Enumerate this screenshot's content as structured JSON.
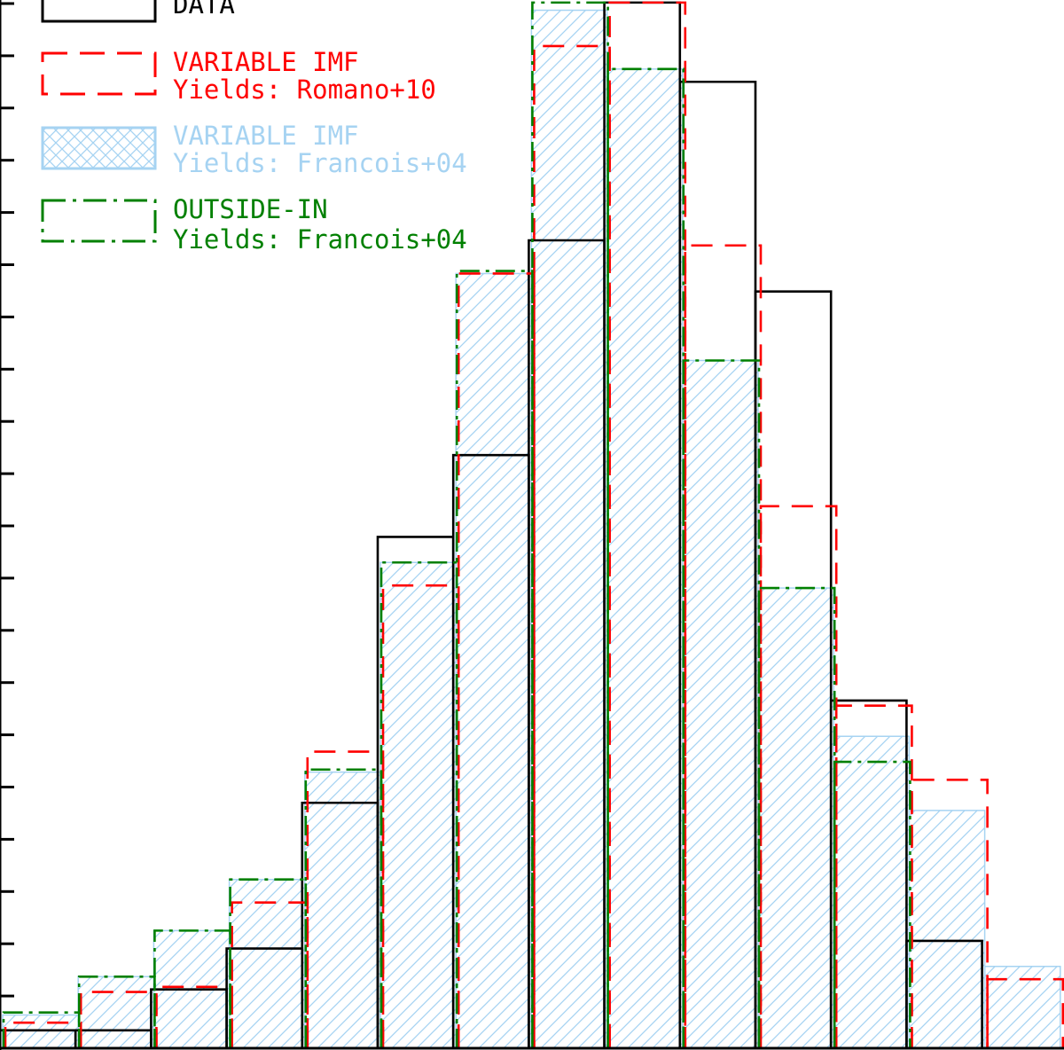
{
  "chart_data": {
    "type": "bar",
    "grid": false,
    "legend_position": "top-left",
    "bins": 14,
    "series": [
      {
        "key": "data",
        "name": "DATA",
        "color": "#000000",
        "style": "solid",
        "values": [
          0.7,
          0.7,
          2.3,
          3.9,
          9.6,
          20.0,
          23.2,
          31.6,
          40.9,
          37.8,
          29.6,
          13.6,
          4.2,
          0
        ]
      },
      {
        "key": "romano",
        "name": "VARIABLE IMF",
        "subname": "Yields: Romano+10",
        "color": "#ff0000",
        "style": "dashed",
        "values": [
          1.0,
          2.2,
          2.4,
          5.7,
          11.6,
          18.1,
          30.3,
          39.2,
          40.9,
          31.4,
          21.2,
          13.4,
          10.5,
          2.7
        ]
      },
      {
        "key": "francois",
        "name": "VARIABLE IMF",
        "subname": "Yields: Francois+04",
        "color": "#a6d3f2",
        "style": "hatched",
        "values": [
          1.3,
          2.8,
          4.6,
          6.6,
          10.8,
          19.0,
          30.3,
          40.6,
          38.3,
          26.9,
          18.0,
          12.2,
          9.3,
          3.2
        ]
      },
      {
        "key": "outside",
        "name": "OUTSIDE-IN",
        "subname": "Yields: Francois+04",
        "color": "#008000",
        "style": "dashdot",
        "values": [
          1.4,
          2.8,
          4.6,
          6.6,
          10.9,
          19.0,
          30.4,
          40.9,
          38.3,
          26.9,
          18.0,
          11.2,
          0,
          0
        ]
      }
    ],
    "ylim": [
      0,
      41
    ],
    "y_ticks": 20
  },
  "legend": {
    "data_label": "DATA",
    "romano_line1": "VARIABLE IMF",
    "romano_line2": "Yields: Romano+10",
    "francois_line1": "VARIABLE IMF",
    "francois_line2": "Yields: Francois+04",
    "outside_line1": "OUTSIDE-IN",
    "outside_line2": "Yields: Francois+04"
  }
}
